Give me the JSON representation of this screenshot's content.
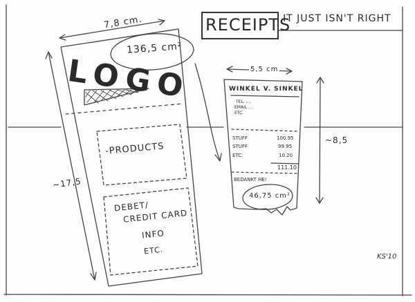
{
  "header": {
    "title": "RECEIPTS",
    "subtitle": "IT JUST ISN'T RIGHT"
  },
  "large_receipt": {
    "width_label": "7,8 cm.",
    "area_label": "136,5 cm²",
    "height_label": "~17,5",
    "logo_text": "LOGO",
    "products_label": "-PRODUCTS",
    "payment_lines": [
      "DEBET/",
      "CREDIT CARD",
      "INFO",
      "ETC."
    ]
  },
  "small_receipt": {
    "width_label": "5,5 cm",
    "height_label": "~8,5",
    "shop_name": "WINKEL V. SINKEL",
    "contact_lines": [
      "TEL. ....",
      "EMAIL ....",
      "ETC."
    ],
    "items": [
      {
        "name": "STUFF",
        "price": "100.95"
      },
      {
        "name": "STUFF",
        "price": "99.95"
      },
      {
        "name": "ETC.",
        "price": "10.20"
      }
    ],
    "total": "111.10",
    "thanks": "BEDANKT HE!",
    "area_label": "46,75 cm²"
  },
  "signature": "KS'10"
}
